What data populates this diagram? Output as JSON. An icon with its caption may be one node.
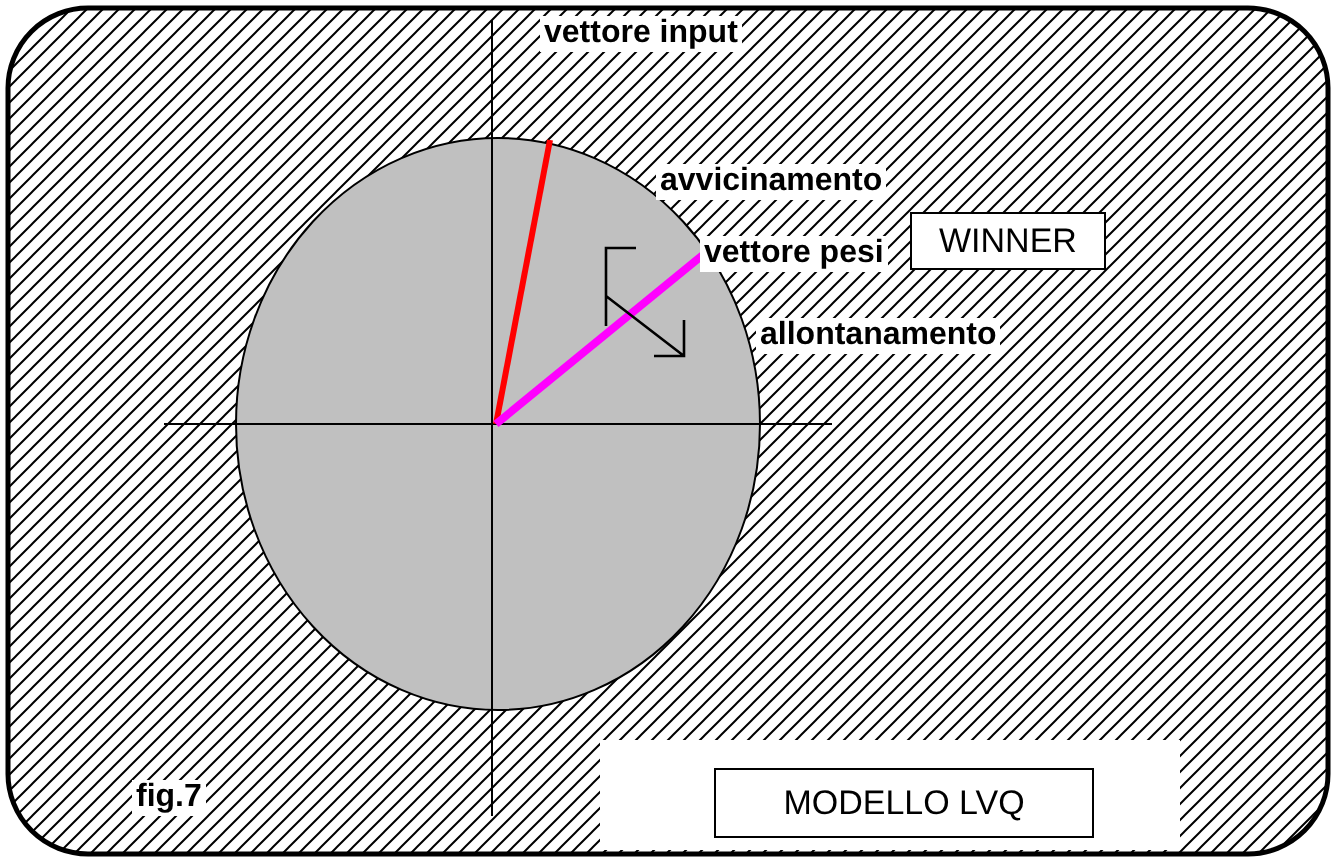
{
  "diagram": {
    "nodes": [
      {
        "text": [
          "WINNER"
        ]
      },
      {
        "text": [
          "MODELLO LVQ"
        ]
      }
    ],
    "labels": [
      "vettore input",
      "avvicinamento",
      "vettore pesi",
      "allontanamento",
      "fig.7"
    ]
  }
}
